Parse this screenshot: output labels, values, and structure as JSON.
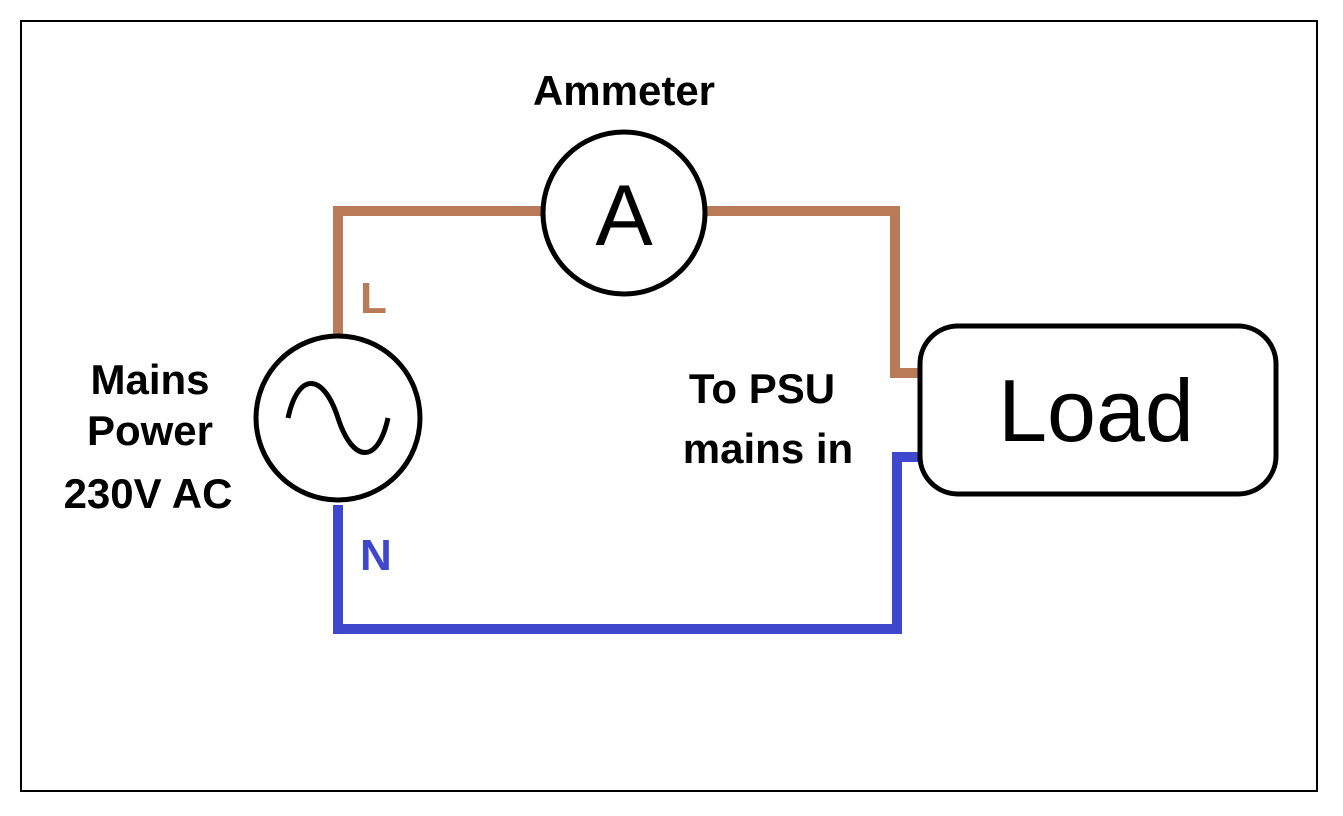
{
  "labels": {
    "ammeter": "Ammeter",
    "ammeter_symbol": "A",
    "source_line1": "Mains",
    "source_line2": "Power",
    "source_line3": "230V AC",
    "live": "L",
    "neutral": "N",
    "note_line1": "To PSU",
    "note_line2": "mains in",
    "load": "Load"
  },
  "colors": {
    "live_wire": "#b97a57",
    "neutral_wire": "#3f48cc",
    "outline": "#000000"
  },
  "components": {
    "source_symbol": "sine-wave-icon",
    "meter_symbol": "ammeter-icon"
  }
}
